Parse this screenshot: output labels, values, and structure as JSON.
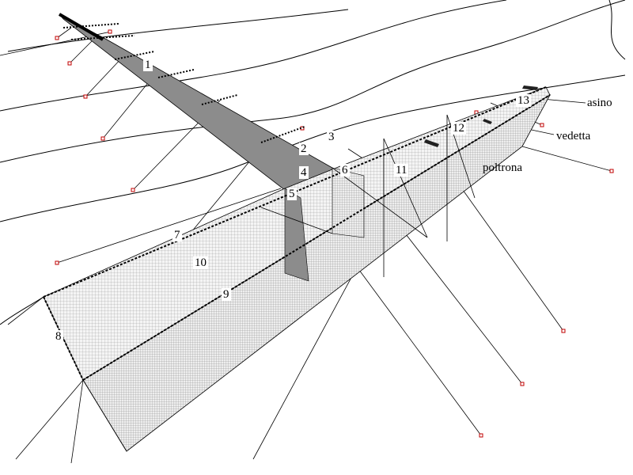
{
  "diagram": {
    "chamber_labels": [
      "1",
      "2",
      "3",
      "4",
      "5",
      "6",
      "7",
      "8",
      "9",
      "10",
      "11",
      "12",
      "13"
    ],
    "part_names": {
      "asino": "asino",
      "vedetta": "vedetta",
      "poltrona": "poltrona"
    },
    "colors": {
      "spine": "#8c8c8c",
      "mesh": "#c8c8c8",
      "anchor": "#c00000",
      "line": "#000000"
    }
  }
}
